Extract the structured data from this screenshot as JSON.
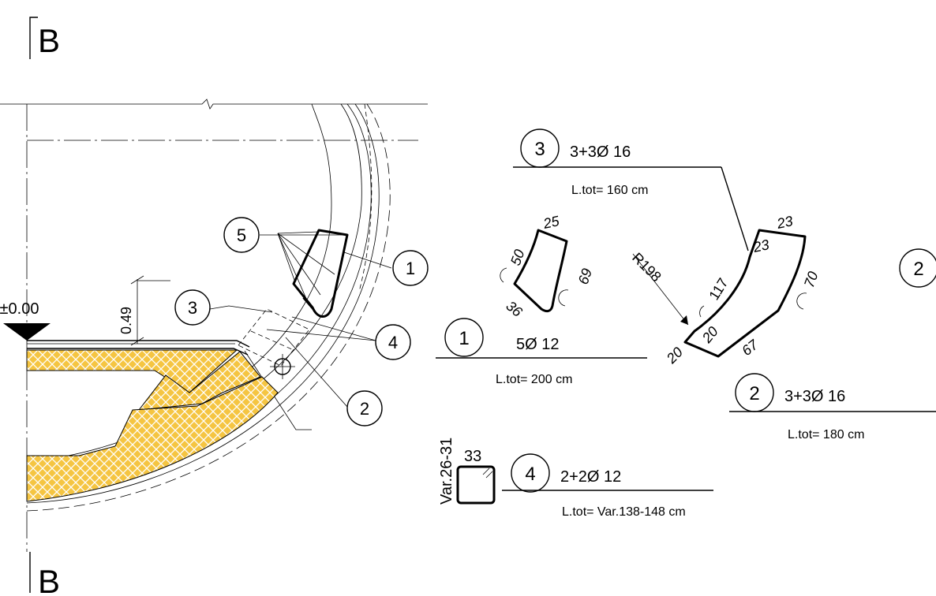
{
  "section": {
    "marker_top": "B",
    "marker_bottom": "B"
  },
  "elevation": {
    "label": ".±0.00"
  },
  "dimensions": {
    "thickness": "0.49"
  },
  "callouts": {
    "c1": "1",
    "c2": "2",
    "c3": "3",
    "c4": "4",
    "c5": "5"
  },
  "rebar_schedule": [
    {
      "mark": "3",
      "spec": "3+3Ø 16",
      "length": "L.tot= 160 cm",
      "dims": {
        "top_a": "23",
        "top_b": "23",
        "left": "117",
        "right": "70",
        "bottom": "67",
        "hook_a": "20",
        "hook_b": "20",
        "radius": "R198"
      }
    },
    {
      "mark": "1",
      "spec": "5Ø 12",
      "length": "L.tot= 200 cm",
      "dims": {
        "top": "25",
        "left": "50",
        "right": "69",
        "bottom": "36"
      }
    },
    {
      "mark": "2",
      "spec": "3+3Ø 16",
      "length": "L.tot= 180 cm"
    },
    {
      "mark": "4",
      "spec": "2+2Ø 12",
      "length": "L.tot= Var.138-148 cm",
      "dims": {
        "side": "Var.26-31",
        "top": "33"
      }
    }
  ],
  "colors": {
    "hatch": "#f5c542",
    "line": "#000000"
  }
}
